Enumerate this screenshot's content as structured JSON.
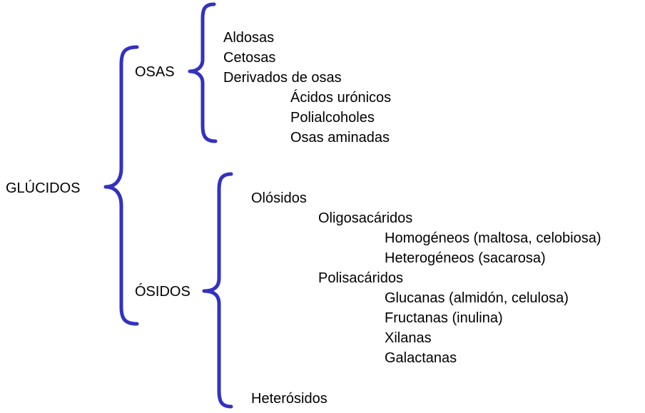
{
  "colors": {
    "brace": "#3232c0",
    "text": "#000000"
  },
  "root": {
    "label": "GLÚCIDOS"
  },
  "osas": {
    "label": "OSAS",
    "items": [
      "Aldosas",
      "Cetosas",
      "Derivados de osas"
    ],
    "derivados": [
      "Ácidos urónicos",
      "Polialcoholes",
      "Osas aminadas"
    ]
  },
  "osidos": {
    "label": "ÓSIDOS",
    "olosidos": {
      "label": "Olósidos",
      "oligosacaridos": {
        "label": "Oligosacáridos",
        "items": [
          "Homogéneos (maltosa, celobiosa)",
          "Heterogéneos (sacarosa)"
        ]
      },
      "polisacaridos": {
        "label": "Polisacáridos",
        "items": [
          "Glucanas (almidón, celulosa)",
          "Fructanas (inulina)",
          "Xilanas",
          "Galactanas"
        ]
      }
    },
    "heterosidos": {
      "label": "Heterósidos"
    }
  }
}
